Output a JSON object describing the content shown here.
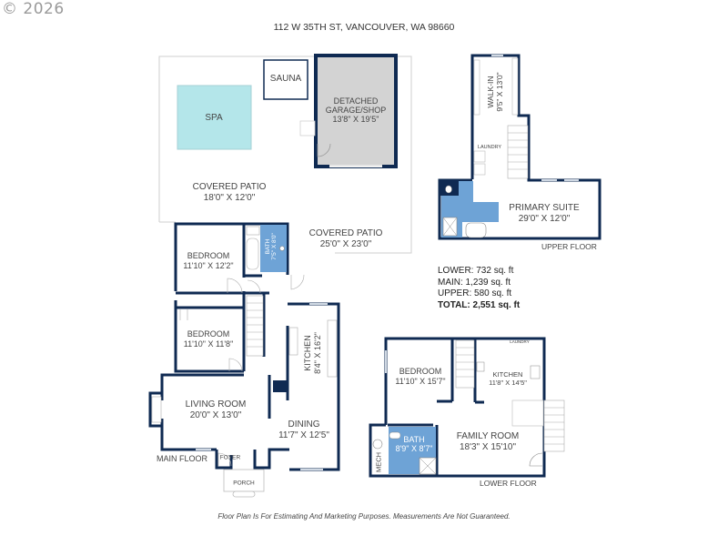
{
  "header": {
    "copyright": "© 2026",
    "address": "112 W 35TH ST, VANCOUVER, WA 98660"
  },
  "colors": {
    "wall": "#0f2a52",
    "bath_fill": "#6ea3d6",
    "spa_fill": "#b4e6ea",
    "garage_fill": "#d3d3d3",
    "outline": "#cfcfcf"
  },
  "outdoor": {
    "spa": {
      "name": "SPA"
    },
    "sauna": {
      "name": "SAUNA"
    },
    "garage": {
      "name_line1": "DETACHED",
      "name_line2": "GARAGE/SHOP",
      "dims": "13'8\" X 19'5\""
    },
    "patio_left": {
      "name": "COVERED PATIO",
      "dims": "18'0\" X 12'0\""
    },
    "patio_right": {
      "name": "COVERED PATIO",
      "dims": "25'0\" X 23'0\""
    }
  },
  "main_floor": {
    "label": "MAIN FLOOR",
    "rooms": [
      {
        "name": "BEDROOM",
        "dims": "11'10\" X 12'2\""
      },
      {
        "name": "BATH",
        "dims": "7'5\" X 8'0\""
      },
      {
        "name": "BEDROOM",
        "dims": "11'10\" X 11'8\""
      },
      {
        "name": "KITCHEN",
        "dims": "8'4\" X 16'2\""
      },
      {
        "name": "LIVING ROOM",
        "dims": "20'0\" X 13'0\""
      },
      {
        "name": "DINING",
        "dims": "11'7\" X 12'5\""
      },
      {
        "name": "FOYER",
        "dims": ""
      },
      {
        "name": "PORCH",
        "dims": ""
      }
    ]
  },
  "upper_floor": {
    "label": "UPPER FLOOR",
    "rooms": [
      {
        "name": "WALK-IN",
        "dims": "9'5\" X 13'0\""
      },
      {
        "name": "LAUNDRY",
        "dims": ""
      },
      {
        "name": "PRIMARY SUITE",
        "dims": "29'0\" X 12'0\""
      }
    ]
  },
  "lower_floor": {
    "label": "LOWER FLOOR",
    "rooms": [
      {
        "name": "BEDROOM",
        "dims": "11'10\" X 15'7\""
      },
      {
        "name": "KITCHEN",
        "dims": "11'8\" X 14'5\""
      },
      {
        "name": "LAUNDRY",
        "dims": ""
      },
      {
        "name": "FAMILY ROOM",
        "dims": "18'3\" X 15'10\""
      },
      {
        "name": "BATH",
        "dims": "8'9\" X 8'7\""
      },
      {
        "name": "MECH",
        "dims": ""
      }
    ]
  },
  "square_footage": {
    "lower": "LOWER: 732 sq. ft",
    "main": "MAIN: 1,239 sq. ft",
    "upper": "UPPER: 580 sq. ft",
    "total": "TOTAL: 2,551 sq. ft"
  },
  "footer": {
    "disclaimer": "Floor Plan Is For Estimating And Marketing Purposes. Measurements Are Not Guaranteed."
  }
}
